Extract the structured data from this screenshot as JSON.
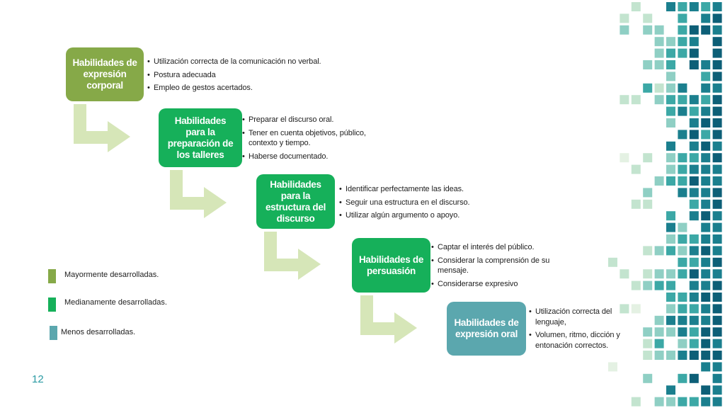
{
  "colors": {
    "mayormente": "#86a948",
    "medianamente": "#16b05a",
    "menos": "#5ba7ae",
    "arrow": "#d6e6b8",
    "page_number": "#2a9aa3",
    "mosaic": [
      "#e4f1e3",
      "#c3e4cf",
      "#8fcfc4",
      "#3ca8a6",
      "#1b7f8e",
      "#0d5f77"
    ]
  },
  "steps": [
    {
      "title": "Habilidades de expresión corporal",
      "items": [
        "Utilización correcta de la comunicación no verbal.",
        "Postura adecuada",
        "Empleo de gestos acertados."
      ]
    },
    {
      "title": "Habilidades para la preparación de los talleres",
      "items": [
        "Preparar el discurso oral.",
        "Tener en cuenta objetivos, público, contexto y tiempo.",
        "Haberse documentado."
      ]
    },
    {
      "title": "Habilidades para la estructura del discurso",
      "items": [
        "Identificar perfectamente las ideas.",
        "Seguir una estructura en el discurso.",
        "Utilizar algún argumento o apoyo."
      ]
    },
    {
      "title": "Habilidades de persuasión",
      "items": [
        "Captar el interés del público.",
        "Considerar la comprensión de su mensaje.",
        "Considerarse expresivo"
      ]
    },
    {
      "title": "Habilidades de expresión oral",
      "items": [
        "Utilización correcta del lenguaje,",
        "Volumen, ritmo, dicción y entonación correctos."
      ]
    }
  ],
  "legend": [
    {
      "label": "Mayormente desarrolladas."
    },
    {
      "label": "Medianamente desarrolladas."
    },
    {
      "label": "Menos desarrolladas."
    }
  ],
  "page_number": "12"
}
